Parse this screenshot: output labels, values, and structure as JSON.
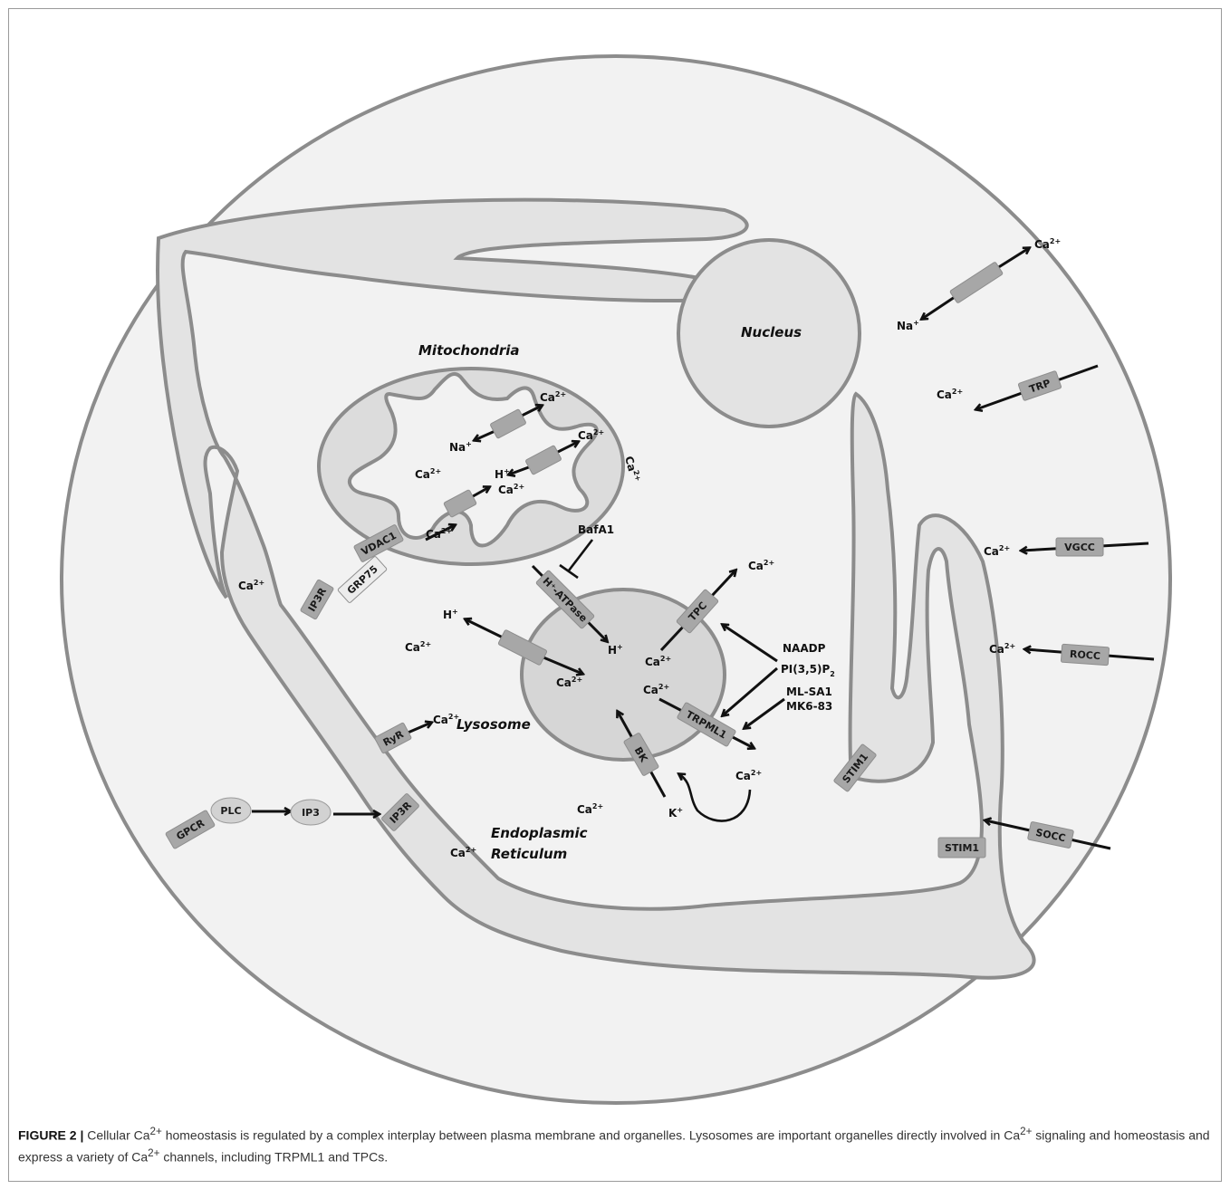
{
  "organelles": {
    "mitochondria": "Mitochondria",
    "nucleus": "Nucleus",
    "lysosome": "Lysosome",
    "er_line1": "Endoplasmic",
    "er_line2": "Reticulum"
  },
  "ions": {
    "ca": "Ca",
    "ca_sup": "2+",
    "na": "Na",
    "h": "H",
    "k": "K",
    "plus": "+"
  },
  "channels": {
    "trp": "TRP",
    "vgcc": "VGCC",
    "rocc": "ROCC",
    "socc": "SOCC",
    "stim1": "STIM1",
    "tpc": "TPC",
    "trpml1": "TRPML1",
    "bk": "BK",
    "h_atpase": "H⁺-ATPase",
    "vdac1": "VDAC1",
    "grp75": "GRP75",
    "ip3r": "IP3R",
    "ryr": "RyR",
    "gpcr": "GPCR",
    "plc": "PLC",
    "ip3": "IP3"
  },
  "agents": {
    "bafa1": "BafA1",
    "naadp": "NAADP",
    "pi35p2": "PI(3,5)P",
    "pi35p2_sub": "2",
    "mlsa1": "ML-SA1",
    "mk683": "MK6-83"
  },
  "caption": {
    "label": "FIGURE 2 |",
    "text_a": "Cellular Ca",
    "text_b": " homeostasis is regulated by a complex interplay between plasma membrane and organelles. Lysosomes are important organelles directly involved in Ca",
    "text_c": " signaling and homeostasis and express a variety of Ca",
    "text_d": " channels, including TRPML1 and TPCs.",
    "sup": "2+"
  }
}
